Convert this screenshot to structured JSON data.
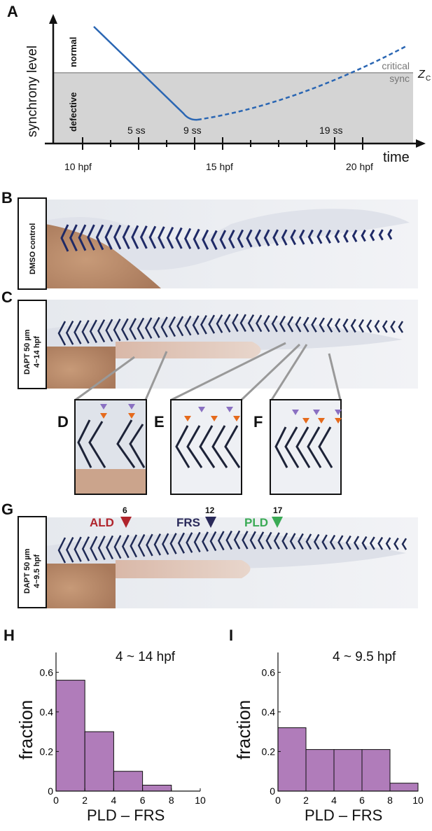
{
  "panels": {
    "a": "A",
    "b": "B",
    "c": "C",
    "d": "D",
    "e": "E",
    "f": "F",
    "g": "G",
    "h": "H",
    "i": "I"
  },
  "panel_a": {
    "ylabel": "synchrony level",
    "region_normal": "normal",
    "region_defective": "defective",
    "critical_line1": "critical",
    "critical_line2": "sync",
    "zc": "Z",
    "zc_sub": "C",
    "xlabel": "time",
    "hpf_ticks": [
      "10 hpf",
      "15 hpf",
      "20 hpf"
    ],
    "ss_ticks": [
      "5 ss",
      "9 ss",
      "19 ss"
    ],
    "colors": {
      "curve": "#2a66b3",
      "shade": "#d4d4d4",
      "critical": "#a8a8a8"
    }
  },
  "panel_b": {
    "label": "DMSO control"
  },
  "panel_c": {
    "label_line1": "DAPT 50 µm",
    "label_line2": "4~14 hpf"
  },
  "panel_g": {
    "label_line1": "DAPT 50 µm",
    "label_line2": "4~9.5 hpf",
    "markers": [
      {
        "name": "ALD",
        "value": "6",
        "color": "#b0242c"
      },
      {
        "name": "FRS",
        "value": "12",
        "color": "#2a2a5a"
      },
      {
        "name": "PLD",
        "value": "17",
        "color": "#3aaa55"
      }
    ]
  },
  "chart_data": [
    {
      "type": "bar",
      "panel": "H",
      "title": "4 ~ 14 hpf",
      "xlabel": "PLD – FRS",
      "ylabel": "fraction",
      "bin_edges": [
        0,
        2,
        4,
        6,
        8
      ],
      "values": [
        0.56,
        0.3,
        0.1,
        0.03
      ],
      "xlim": [
        0,
        10
      ],
      "ylim": [
        0,
        0.7
      ],
      "xticks": [
        0,
        2,
        4,
        6,
        8,
        10
      ],
      "yticks": [
        0,
        0.2,
        0.4,
        0.6
      ],
      "color": "#b07cba"
    },
    {
      "type": "bar",
      "panel": "I",
      "title": "4 ~ 9.5 hpf",
      "xlabel": "PLD – FRS",
      "ylabel": "fraction",
      "bin_edges": [
        0,
        2,
        4,
        6,
        8,
        10
      ],
      "values": [
        0.32,
        0.21,
        0.21,
        0.21,
        0.04
      ],
      "xlim": [
        0,
        10
      ],
      "ylim": [
        0,
        0.7
      ],
      "xticks": [
        0,
        2,
        4,
        6,
        8,
        10
      ],
      "yticks": [
        0,
        0.2,
        0.4,
        0.6
      ],
      "color": "#b07cba"
    }
  ]
}
